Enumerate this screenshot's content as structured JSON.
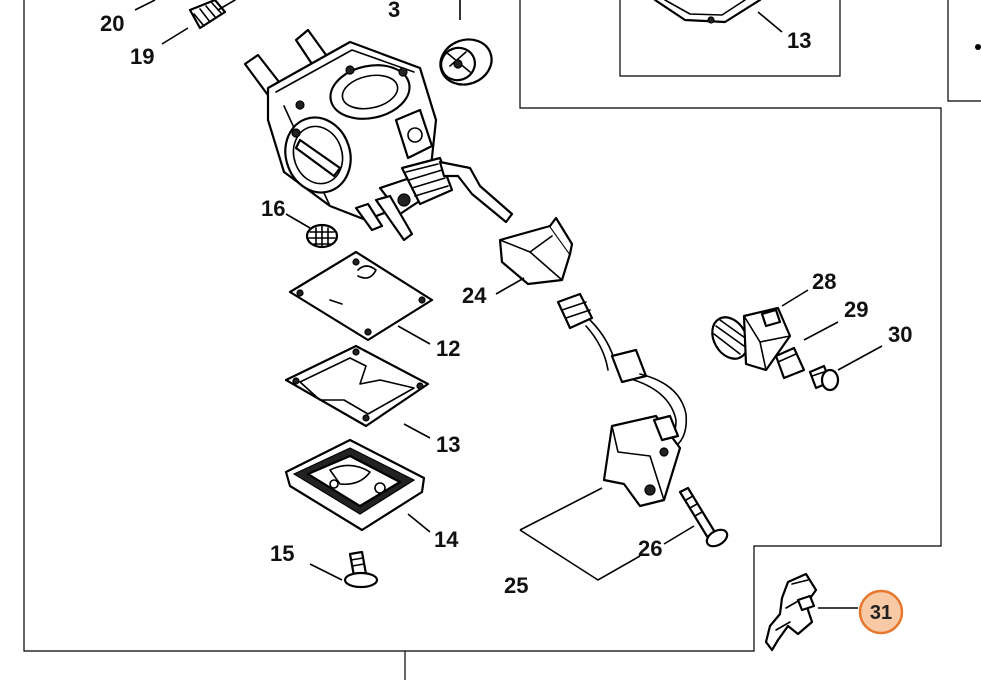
{
  "diagram": {
    "callouts": [
      {
        "id": "20",
        "label": "20"
      },
      {
        "id": "19",
        "label": "19"
      },
      {
        "id": "3",
        "label": "3"
      },
      {
        "id": "13-top",
        "label": "13"
      },
      {
        "id": "16",
        "label": "16"
      },
      {
        "id": "24",
        "label": "24"
      },
      {
        "id": "12",
        "label": "12"
      },
      {
        "id": "13",
        "label": "13"
      },
      {
        "id": "14",
        "label": "14"
      },
      {
        "id": "15",
        "label": "15"
      },
      {
        "id": "25",
        "label": "25"
      },
      {
        "id": "26",
        "label": "26"
      },
      {
        "id": "28",
        "label": "28"
      },
      {
        "id": "29",
        "label": "29"
      },
      {
        "id": "30",
        "label": "30"
      }
    ],
    "highlight": {
      "label": "31",
      "fill": "#f7c9a4",
      "stroke": "#e8772e"
    }
  }
}
